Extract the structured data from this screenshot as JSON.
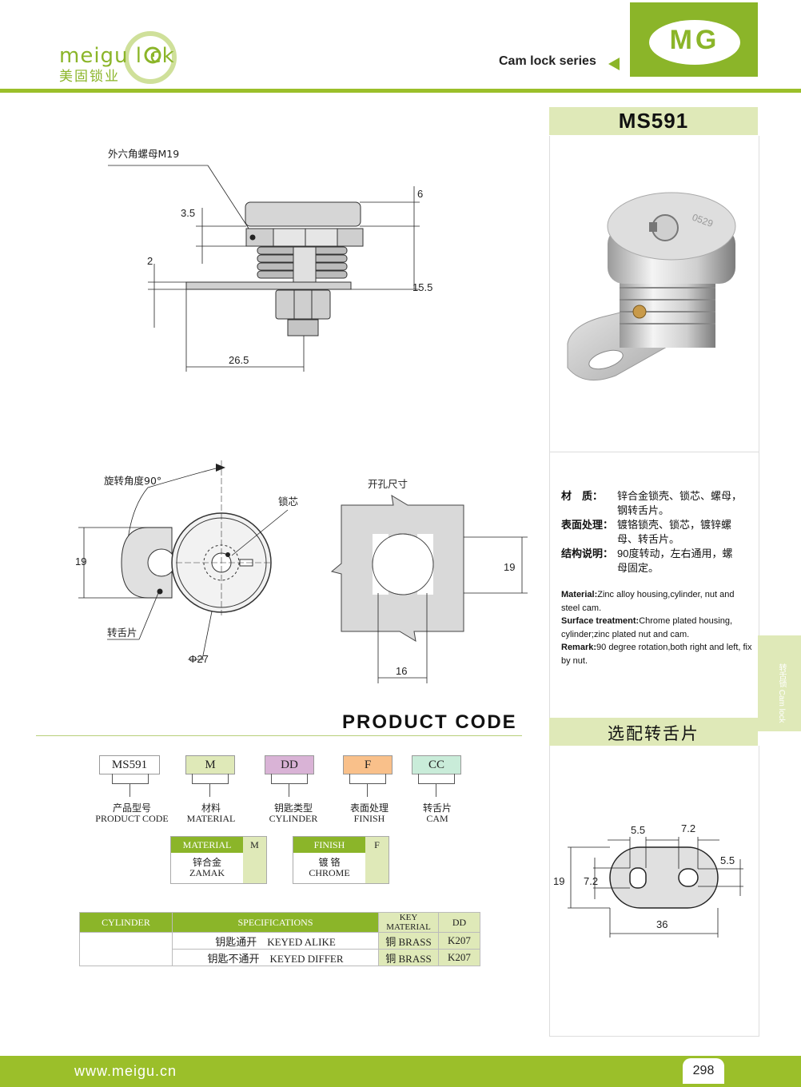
{
  "header": {
    "logo_word": "meigu l  ck",
    "logo_cn": "美固锁业",
    "series": "Cam lock series",
    "brand_badge": "MG"
  },
  "product": {
    "model": "MS591"
  },
  "drawing_labels": {
    "nut_label": "外六角螺母M19",
    "dim_6": "6",
    "dim_3_5": "3.5",
    "dim_2": "2",
    "dim_15_5": "15.5",
    "dim_26_5": "26.5",
    "rotation_label": "旋转角度90°",
    "cylinder_label": "锁芯",
    "cam_label": "转舌片",
    "dim_19_left": "19",
    "dim_phi27": "Φ27",
    "cutout_label": "开孔尺寸",
    "dim_19_right": "19",
    "dim_16": "16"
  },
  "specs_cn": [
    {
      "label": "材　质：",
      "lines": [
        "锌合金锁壳、锁芯、螺母，",
        "钢转舌片。"
      ]
    },
    {
      "label": "表面处理：",
      "lines": [
        "镀铬锁壳、锁芯，镀锌螺",
        "母、转舌片。"
      ]
    },
    {
      "label": "结构说明：",
      "lines": [
        "90度转动，左右通用，螺",
        "母固定。"
      ]
    }
  ],
  "specs_en": [
    {
      "label": "Material:",
      "text": "Zinc alloy housing,cylinder, nut and steel cam."
    },
    {
      "label": "Surface treatment:",
      "text": "Chrome plated housing, cylinder;zinc plated nut and cam."
    },
    {
      "label": "Remark:",
      "text": "90 degree rotation,both right and left, fix by nut."
    }
  ],
  "side_tab": "转舌锁 Cam lock",
  "cam_section": {
    "title": "选配转舌片",
    "dim_5_5_top": "5.5",
    "dim_7_2_top": "7.2",
    "dim_5_5_right": "5.5",
    "dim_19": "19",
    "dim_7_2_left": "7.2",
    "dim_36": "36"
  },
  "product_code": {
    "title": "PRODUCT CODE",
    "boxes": [
      {
        "code": "MS591",
        "cn": "产品型号",
        "en": "PRODUCT CODE",
        "color": "#ffffff"
      },
      {
        "code": "M",
        "cn": "材料",
        "en": "MATERIAL",
        "color": "#dfe9b8"
      },
      {
        "code": "DD",
        "cn": "钥匙类型",
        "en": "CYLINDER",
        "color": "#d9b3d6"
      },
      {
        "code": "F",
        "cn": "表面处理",
        "en": "FINISH",
        "color": "#f9c08a"
      },
      {
        "code": "CC",
        "cn": "转舌片",
        "en": "CAM",
        "color": "#c9ecd9"
      }
    ],
    "material_table": {
      "header": "MATERIAL",
      "code_header": "M",
      "cn": "锌合金",
      "en": "ZAMAK"
    },
    "finish_table": {
      "header": "FINISH",
      "code_header": "F",
      "cn": "镀 铬",
      "en": "CHROME"
    }
  },
  "cylinder_table": {
    "headers": [
      "CYLINDER",
      "SPECIFICATIONS",
      "KEY MATERIAL",
      "DD"
    ],
    "rows": [
      {
        "spec_cn": "钥匙通开",
        "spec_en": "KEYED ALIKE",
        "material": "铜 BRASS",
        "code": "K207"
      },
      {
        "spec_cn": "钥匙不通开",
        "spec_en": "KEYED DIFFER",
        "material": "铜 BRASS",
        "code": "K207"
      }
    ]
  },
  "footer": {
    "url": "www.meigu.cn",
    "page": "298"
  },
  "colors": {
    "brand_green": "#8bb529",
    "light_green": "#dfe9b8"
  }
}
